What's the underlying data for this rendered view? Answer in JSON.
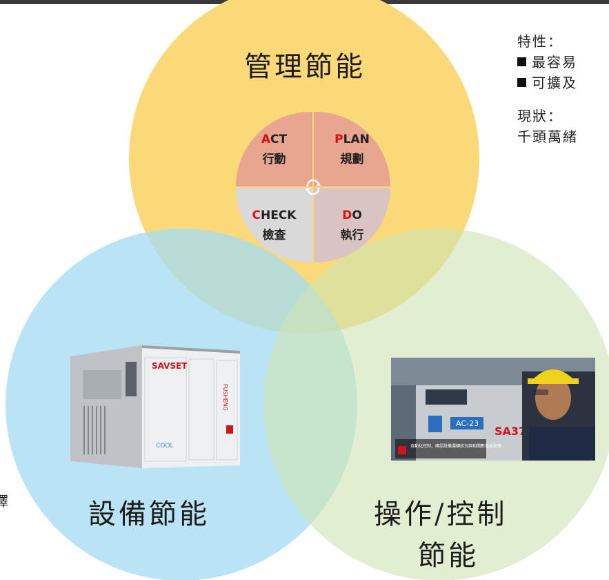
{
  "colors": {
    "management_circle": "#fbd978",
    "equipment_circle": "#a7dcf2",
    "operation_circle": "#d9e8c6",
    "overlap": "#a9cdb0",
    "act_plan_fill": "#e8a590",
    "check_fill": "#d9d9d9",
    "do_fill": "#d9c3c3",
    "pdca_first_letter": "#e01010"
  },
  "circles": {
    "management": {
      "title": "管理節能"
    },
    "equipment": {
      "title": "設備節能"
    },
    "operation": {
      "title_line1": "操作/控制",
      "title_line2": "節能"
    }
  },
  "pdca": {
    "act": {
      "first": "A",
      "rest": "CT",
      "zh": "行動"
    },
    "plan": {
      "first": "P",
      "rest": "LAN",
      "zh": "規劃"
    },
    "check": {
      "first": "C",
      "rest": "HECK",
      "zh": "檢查"
    },
    "do": {
      "first": "D",
      "rest": "O",
      "zh": "執行"
    }
  },
  "side_text": {
    "features_label": "特性：",
    "bullet1": "最容易",
    "bullet2": "可擴及",
    "status_label": "現狀：",
    "status_text": "千頭萬緒",
    "left_partial": "擇"
  },
  "machine": {
    "brand": "SAVSET",
    "side_brand": "FUSHENG",
    "panel_text": "COOL"
  },
  "photo": {
    "panel_label": "AC-23",
    "model_label": "SA37",
    "caption": "自動化控制，確認設備運轉狀況與相關數值並記錄"
  }
}
